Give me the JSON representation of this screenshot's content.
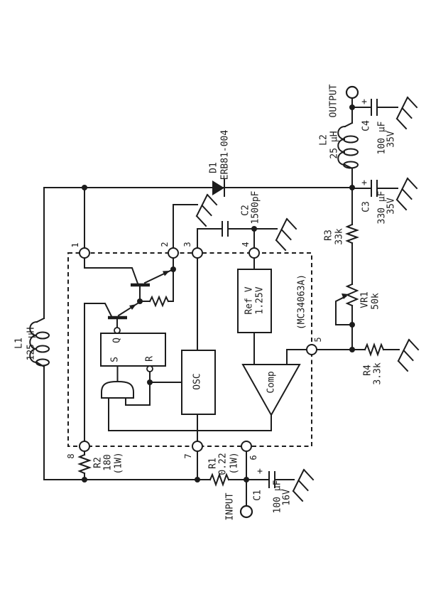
{
  "diagram": {
    "kind": "circuit-schematic"
  },
  "ic": {
    "name": "(MC34063A)",
    "blocks": {
      "ref": "Ref V",
      "ref_value": "1.25V",
      "osc": "OSC",
      "comp": "Comp",
      "q": "Q",
      "s": "S",
      "r": "R"
    },
    "pins": {
      "p1": "1",
      "p2": "2",
      "p3": "3",
      "p4": "4",
      "p5": "5",
      "p6": "6",
      "p7": "7",
      "p8": "8"
    }
  },
  "terminals": {
    "input": "INPUT",
    "output": "OUTPUT"
  },
  "components": {
    "L1": {
      "ref": "L1",
      "value": "125 µH"
    },
    "L2": {
      "ref": "L2",
      "value": "25 µH"
    },
    "D1": {
      "ref": "D1",
      "value": "ERB81-004"
    },
    "C1": {
      "ref": "C1",
      "value": "100 µF",
      "rating": "16V",
      "polarity": "+"
    },
    "C2": {
      "ref": "C2",
      "value": "1500pF"
    },
    "C3": {
      "ref": "C3",
      "value": "330 µF",
      "rating": "35V",
      "polarity": "+"
    },
    "C4": {
      "ref": "C4",
      "value": "100 µF",
      "rating": "35V",
      "polarity": "+"
    },
    "R1": {
      "ref": "R1",
      "value": "0.22",
      "power": "(1W)"
    },
    "R2": {
      "ref": "R2",
      "value": "180",
      "power": "(1W)"
    },
    "R3": {
      "ref": "R3",
      "value": "33k"
    },
    "R4": {
      "ref": "R4",
      "value": "3.3k"
    },
    "VR1": {
      "ref": "VR1",
      "value": "50k"
    }
  },
  "colors": {
    "line": "#1c1c1c",
    "background": "#ffffff"
  }
}
